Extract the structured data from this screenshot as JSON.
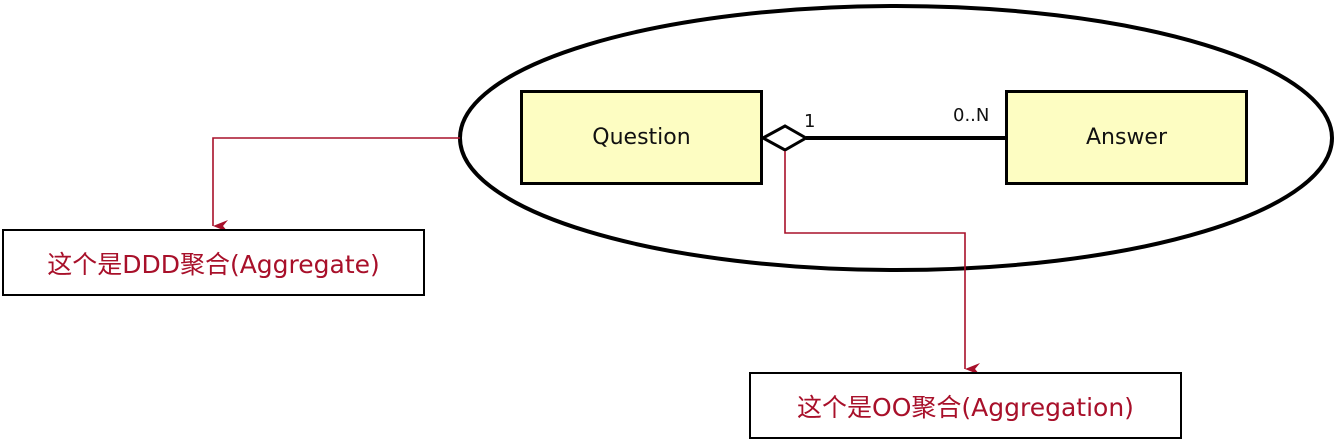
{
  "colors": {
    "class_fill": "#fdfdc2",
    "class_border": "#000000",
    "annotation": "#a8102a",
    "ellipse": "#000000"
  },
  "classes": [
    {
      "name": "Question"
    },
    {
      "name": "Answer"
    }
  ],
  "association": {
    "type": "aggregation",
    "source_multiplicity": "1",
    "target_multiplicity": "0..N"
  },
  "notes": [
    {
      "text": "这个是DDD聚合(Aggregate)",
      "points_to": "ellipse"
    },
    {
      "text": "这个是OO聚合(Aggregation)",
      "points_to": "aggregation-diamond"
    }
  ]
}
